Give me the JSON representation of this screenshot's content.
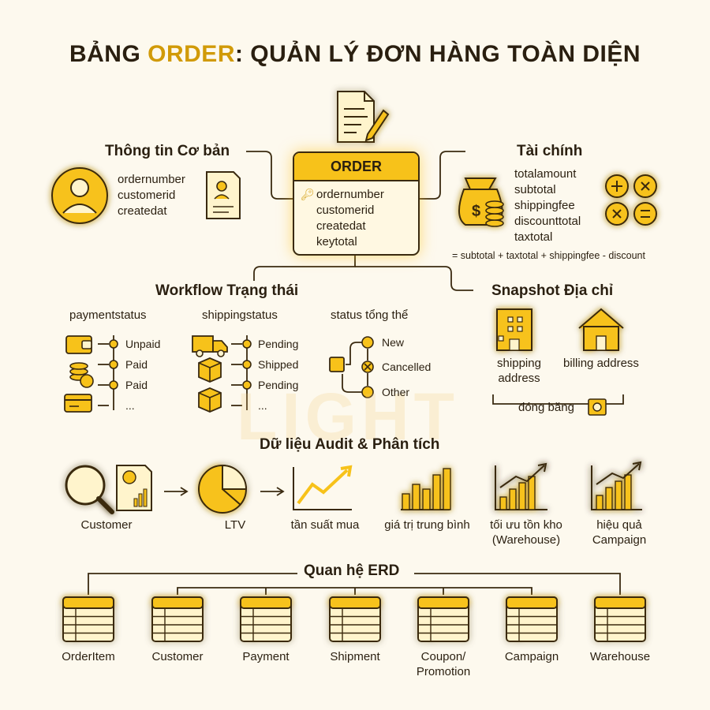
{
  "title": {
    "prefix": "BẢNG ",
    "highlight": "ORDER",
    "suffix": ": QUẢN LÝ ĐƠN HÀNG TOÀN DIỆN"
  },
  "colors": {
    "accent": "#f7c21a",
    "accent_dark": "#d19a08",
    "outline": "#3a2a10",
    "background": "#fdf9ee"
  },
  "order": {
    "header": "ORDER",
    "fields": [
      "ordernumber",
      "customerid",
      "createdat",
      "keytotal"
    ],
    "key_icon": "key-icon"
  },
  "basic_info": {
    "title": "Thông tin Cơ bản",
    "fields": [
      "ordernumber",
      "customerid",
      "createdat"
    ],
    "icons": [
      "user-icon",
      "profile-document-icon"
    ]
  },
  "finance": {
    "title": "Tài chính",
    "fields": [
      "totalamount",
      "subtotal",
      "shippingfee",
      "discounttotal",
      "taxtotal"
    ],
    "formula": "= subtotal + taxtotal + shippingfee - discount",
    "icons": [
      "money-bag-icon",
      "calculator-icon"
    ]
  },
  "workflow": {
    "title": "Workflow Trạng thái",
    "payment": {
      "label": "paymentstatus",
      "states": [
        "Unpaid",
        "Paid",
        "Paid",
        "..."
      ]
    },
    "shipping": {
      "label": "shippingstatus",
      "states": [
        "Pending",
        "Shipped",
        "Pending",
        "..."
      ]
    },
    "overall": {
      "label": "status tổng thể",
      "states": [
        "New",
        "Cancelled",
        "Other"
      ]
    }
  },
  "address": {
    "title": "Snapshot Địa chỉ",
    "shipping": "shipping address",
    "billing": "billing address",
    "frozen": "đóng băng"
  },
  "audit": {
    "title": "Dữ liệu Audit & Phân tích",
    "items": [
      "Customer",
      "LTV",
      "tần suất mua",
      "giá trị trung bình",
      "tối ưu tồn kho (Warehouse)",
      "hiệu quả Campaign"
    ]
  },
  "erd": {
    "title": "Quan hệ ERD",
    "tables": [
      "OrderItem",
      "Customer",
      "Payment",
      "Shipment",
      "Coupon/ Promotion",
      "Campaign",
      "Warehouse"
    ]
  }
}
